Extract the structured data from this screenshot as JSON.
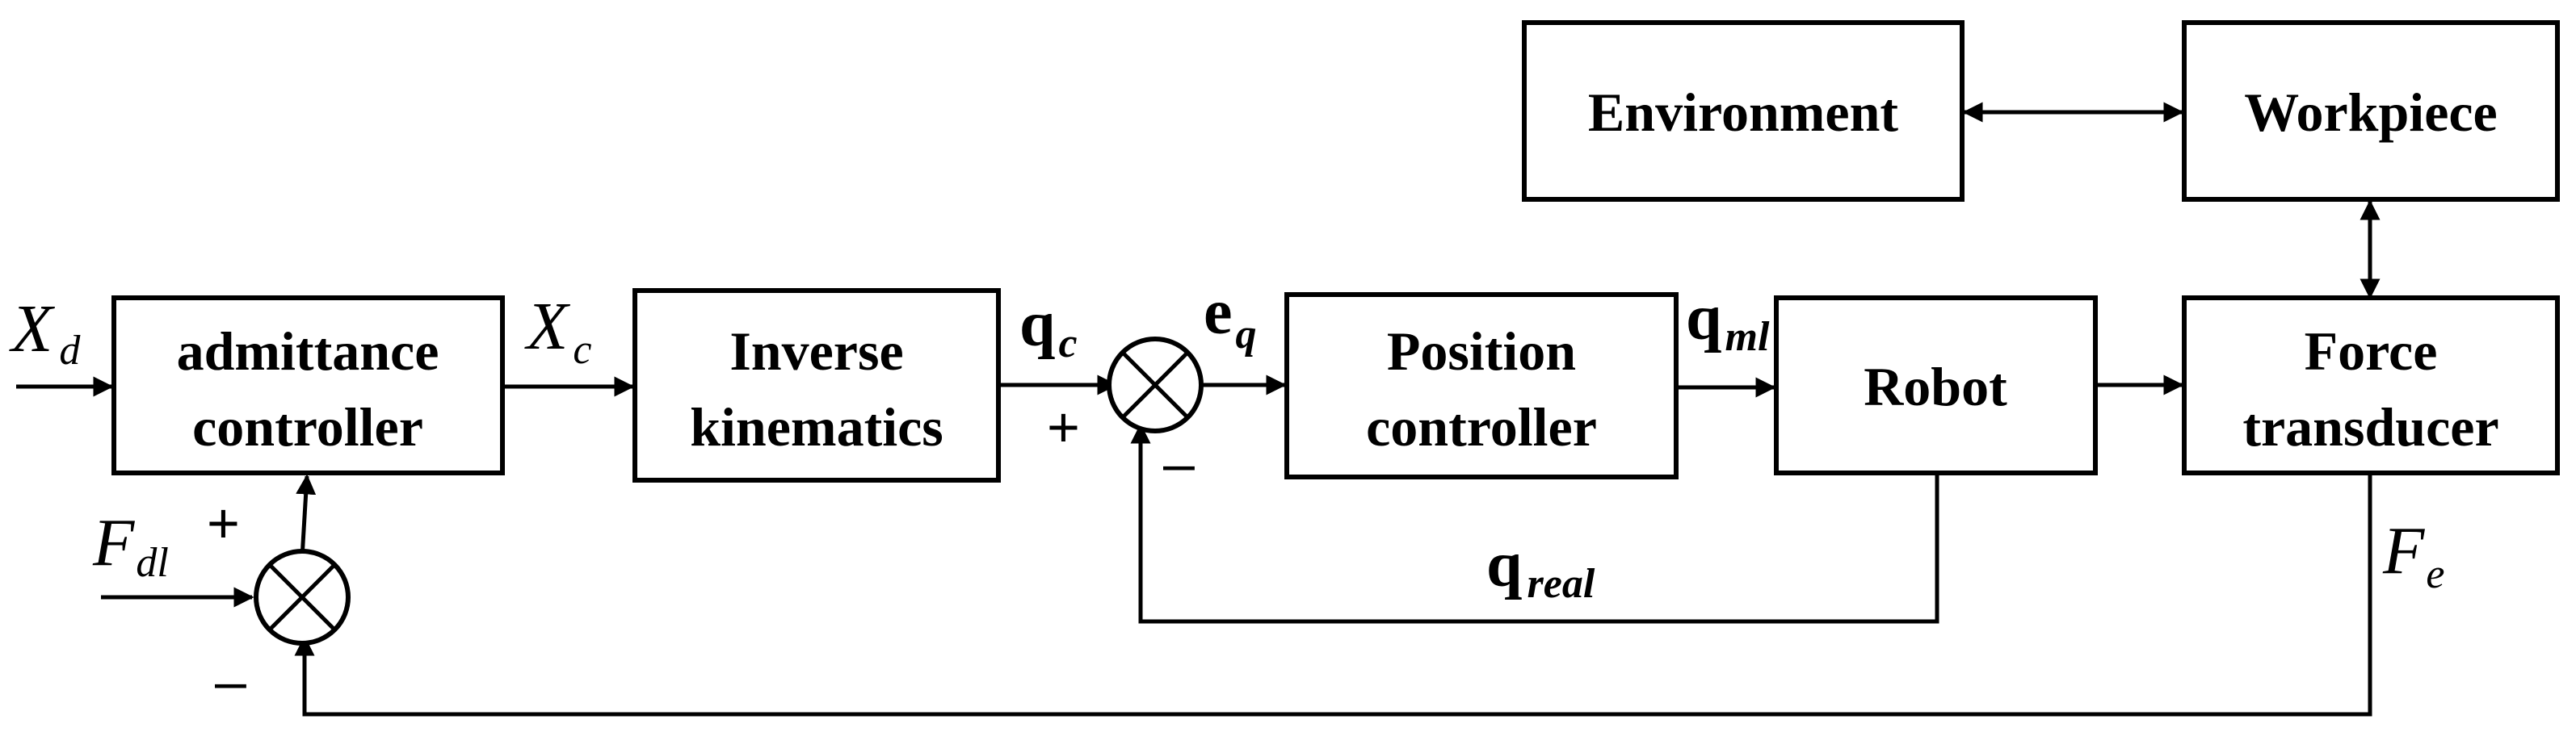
{
  "blocks": {
    "admittance": [
      "admittance",
      "controller"
    ],
    "inverse_kinematics": [
      "Inverse",
      "kinematics"
    ],
    "position_controller": [
      "Position",
      "controller"
    ],
    "robot": "Robot",
    "force_transducer": [
      "Force",
      "transducer"
    ],
    "environment": "Environment",
    "workpiece": "Workpiece"
  },
  "signals": {
    "xd": {
      "main": "X",
      "sub": "d"
    },
    "xc": {
      "main": "X",
      "sub": "c"
    },
    "qc": {
      "main": "q",
      "sub": "c"
    },
    "eq": {
      "main": "e",
      "sub": "q"
    },
    "qml": {
      "main": "q",
      "sub": "ml"
    },
    "qreal": {
      "main": "q",
      "sub": "real"
    },
    "fdl": {
      "main": "F",
      "sub": "dl"
    },
    "fe": {
      "main": "F",
      "sub": "e"
    }
  },
  "signs": {
    "sum_main_plus": "+",
    "sum_main_minus": "–",
    "sum_force_plus": "+",
    "sum_force_minus": "–"
  }
}
